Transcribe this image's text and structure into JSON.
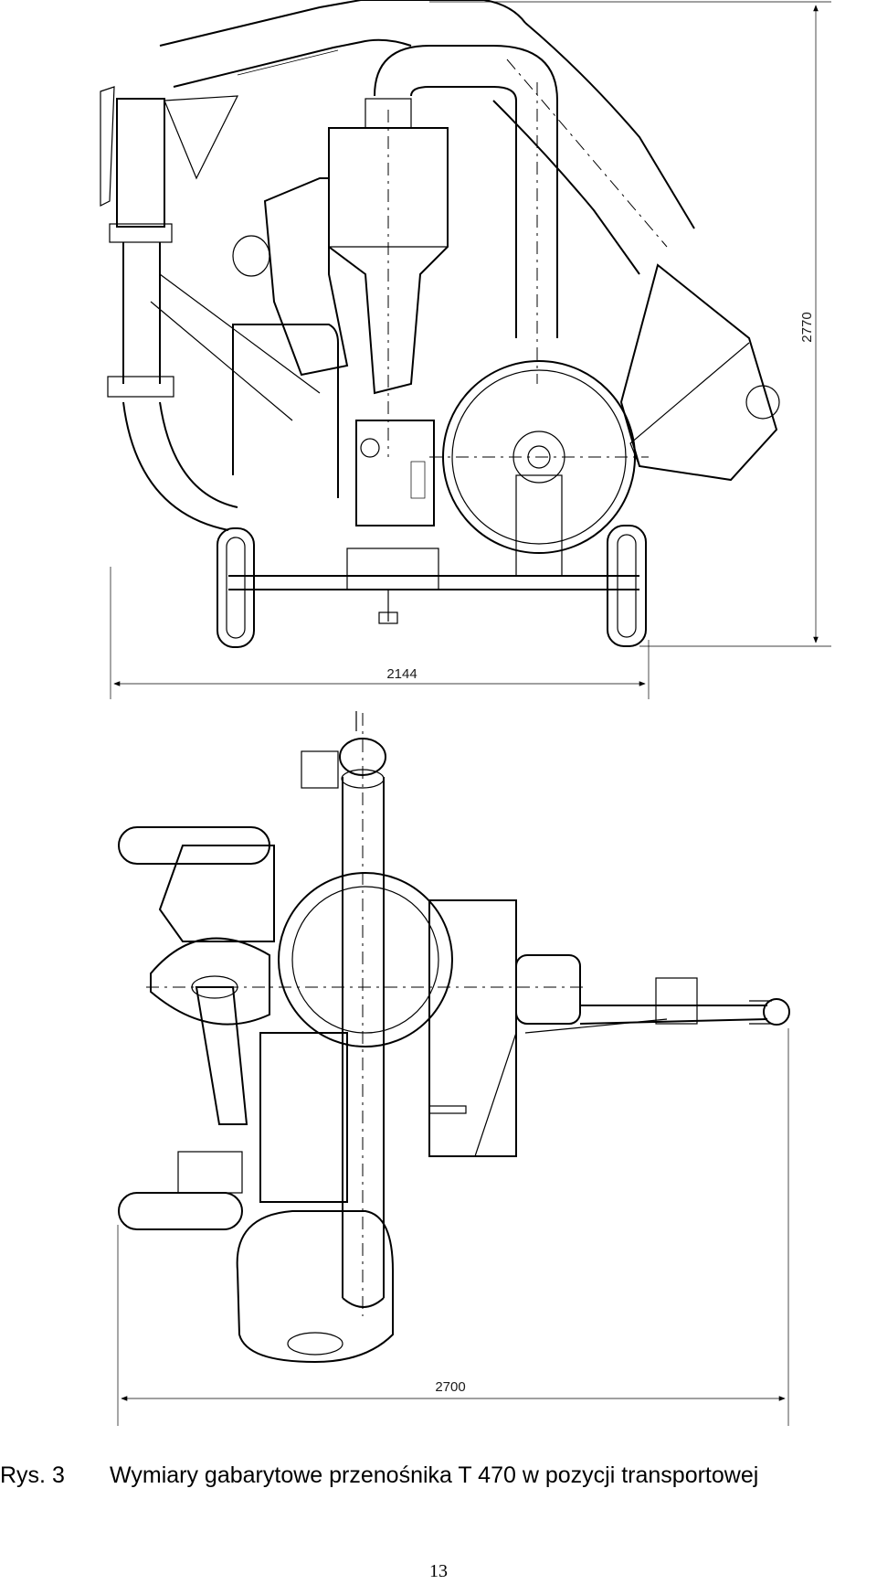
{
  "figure": {
    "dimensions": {
      "height_side": "2770",
      "width_side": "2144",
      "length_top": "2700"
    },
    "caption_label": "Rys. 3",
    "caption_text": "Wymiary gabarytowe przenośnika T 470 w pozycji transportowej"
  },
  "page": {
    "number": "13"
  }
}
